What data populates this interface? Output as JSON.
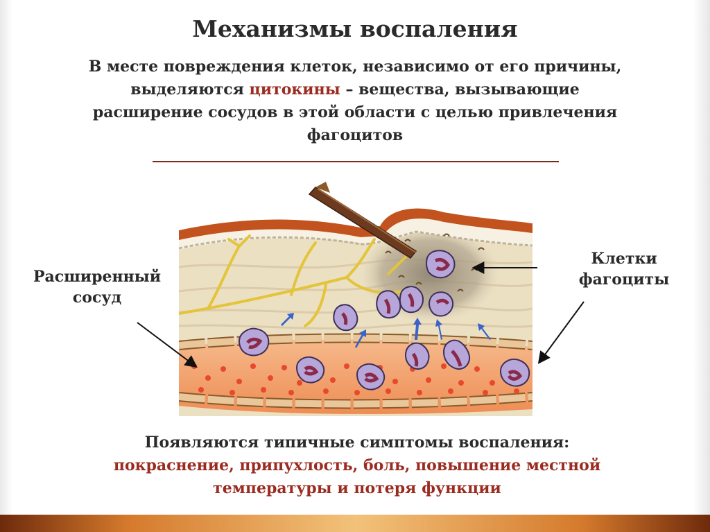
{
  "slide": {
    "title": "Механизмы воспаления",
    "intro": {
      "part1": "В  месте повреждения клеток, независимо от его причины, выделяются ",
      "highlight": "цитокины",
      "part2": " – вещества, вызывающие расширение сосудов в этой области с целью привлечения  фагоцитов"
    },
    "symptoms": {
      "line1": "Появляются типичные симптомы воспаления:",
      "list": "покраснение, припухлость, боль, повышение местной температуры и потеря функции"
    }
  },
  "diagram": {
    "label_vessel": "Расширенный сосуд",
    "label_phagocytes": "Клетки фагоциты",
    "colors": {
      "skin_top": "#c2531f",
      "tissue": "#ece0c3",
      "nerve": "#e3c43a",
      "blood": "#f2a06a",
      "blood_dots": "#e6492b",
      "phagocyte": "#b7a6d9",
      "nucleus": "#8a2a4a",
      "arrow": "#3a64c8",
      "accent_text": "#9b2b20"
    }
  }
}
